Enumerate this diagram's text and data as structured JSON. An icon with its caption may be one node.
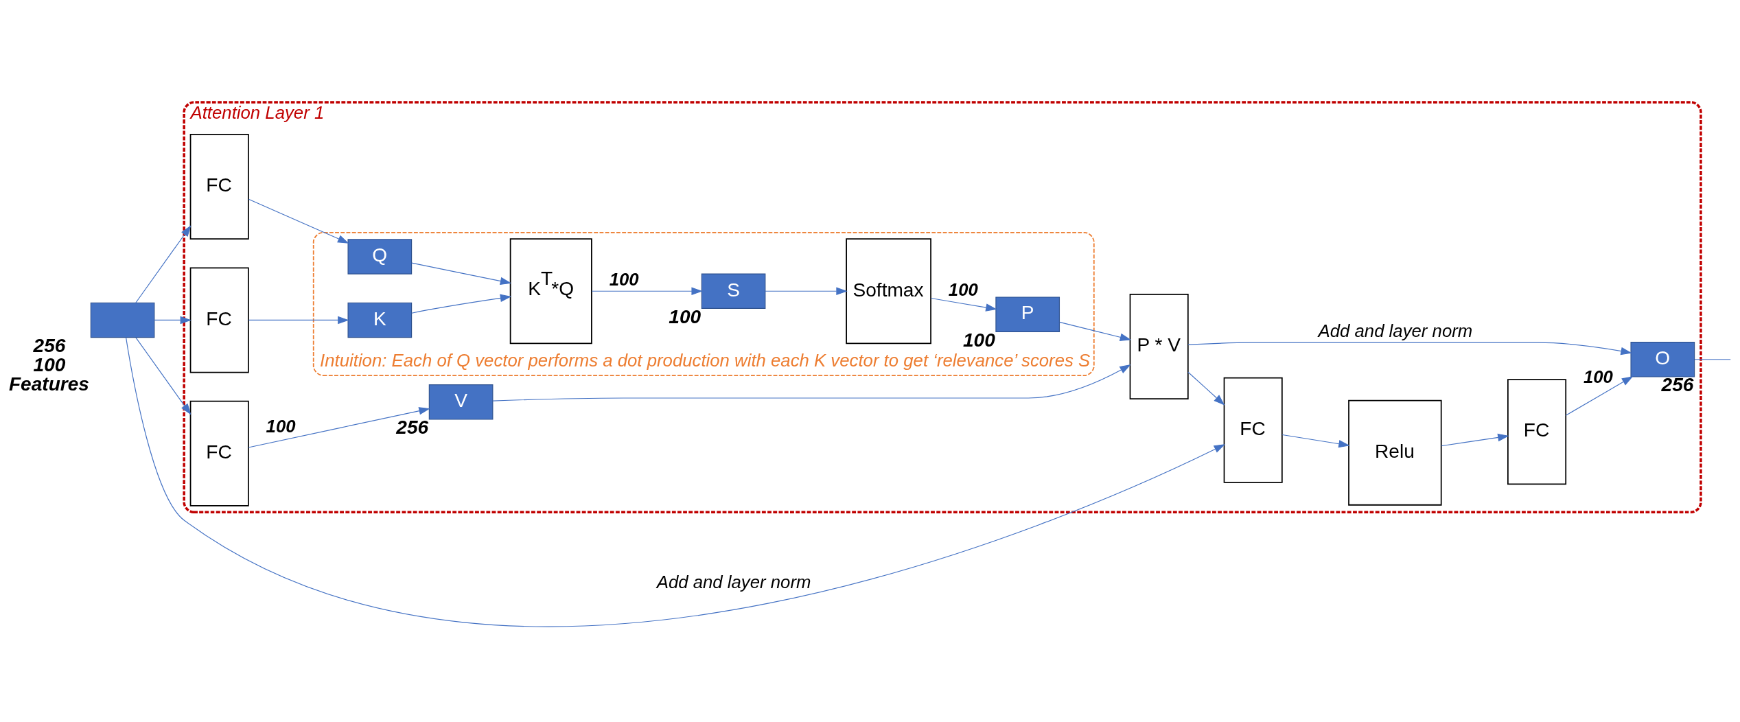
{
  "diagram": {
    "nodes": [
      {
        "text": [
          "Attention Layer 1"
        ]
      },
      {
        "text": [],
        "shape": "box",
        "beside": [
          "256",
          "100",
          "Features"
        ]
      },
      {
        "text": [
          "Intuition: Each of Q vector performs a dot production with each K vector to get ‘relevance’ scores S"
        ],
        "in": 0
      },
      {
        "text": [
          "FC"
        ],
        "in": 0
      },
      {
        "text": [
          "FC"
        ],
        "in": 0
      },
      {
        "text": [
          "FC"
        ],
        "in": 0
      },
      {
        "text": [
          "Q"
        ],
        "in": 2
      },
      {
        "text": [
          "K"
        ],
        "in": 2
      },
      {
        "text": [
          "K$^{T}$*Q"
        ],
        "in": 2
      },
      {
        "text": [
          "S"
        ],
        "in": 2,
        "beside": [
          "100"
        ]
      },
      {
        "text": [
          "Softmax"
        ],
        "in": 2
      },
      {
        "text": [
          "P"
        ],
        "in": 2,
        "beside": [
          "100"
        ]
      },
      {
        "text": [
          "V"
        ],
        "in": 0,
        "beside": [
          "256"
        ]
      },
      {
        "text": [
          "P * V"
        ],
        "in": 0
      },
      {
        "text": [
          "FC"
        ],
        "in": 0
      },
      {
        "text": [
          "Relu"
        ],
        "in": 0
      },
      {
        "text": [
          "FC"
        ],
        "in": 0
      },
      {
        "text": [
          "O"
        ],
        "in": 0,
        "beside": [
          "256"
        ]
      }
    ],
    "edges": [
      {
        "from": 1,
        "to": 3,
        "arrow": "to"
      },
      {
        "from": 1,
        "to": 4,
        "arrow": "to"
      },
      {
        "from": 1,
        "to": 5,
        "arrow": "to"
      },
      {
        "from": 3,
        "to": 6,
        "arrow": "to"
      },
      {
        "from": 4,
        "to": 7,
        "arrow": "to"
      },
      {
        "from": 5,
        "to": 12,
        "arrow": "to",
        "label": "100"
      },
      {
        "from": 6,
        "to": 8,
        "arrow": "to"
      },
      {
        "from": 7,
        "to": 8,
        "arrow": "to"
      },
      {
        "from": 8,
        "to": 9,
        "arrow": "to",
        "label": "100"
      },
      {
        "from": 9,
        "to": 10,
        "arrow": "to"
      },
      {
        "from": 10,
        "to": 11,
        "arrow": "to",
        "label": "100"
      },
      {
        "from": 11,
        "to": 13,
        "arrow": "to"
      },
      {
        "from": 12,
        "to": 13,
        "arrow": "to"
      },
      {
        "from": 13,
        "to": 14,
        "arrow": "to"
      },
      {
        "from": 1,
        "to": 14,
        "arrow": "to",
        "label": "Add and layer norm"
      },
      {
        "from": 14,
        "to": 15,
        "arrow": "to"
      },
      {
        "from": 15,
        "to": 16,
        "arrow": "to"
      },
      {
        "from": 16,
        "to": 17,
        "arrow": "to",
        "label": "100"
      },
      {
        "from": 13,
        "to": 17,
        "arrow": "to",
        "label": "Add and layer norm"
      },
      {
        "from": 17,
        "to": null,
        "arrow": "none"
      }
    ]
  }
}
